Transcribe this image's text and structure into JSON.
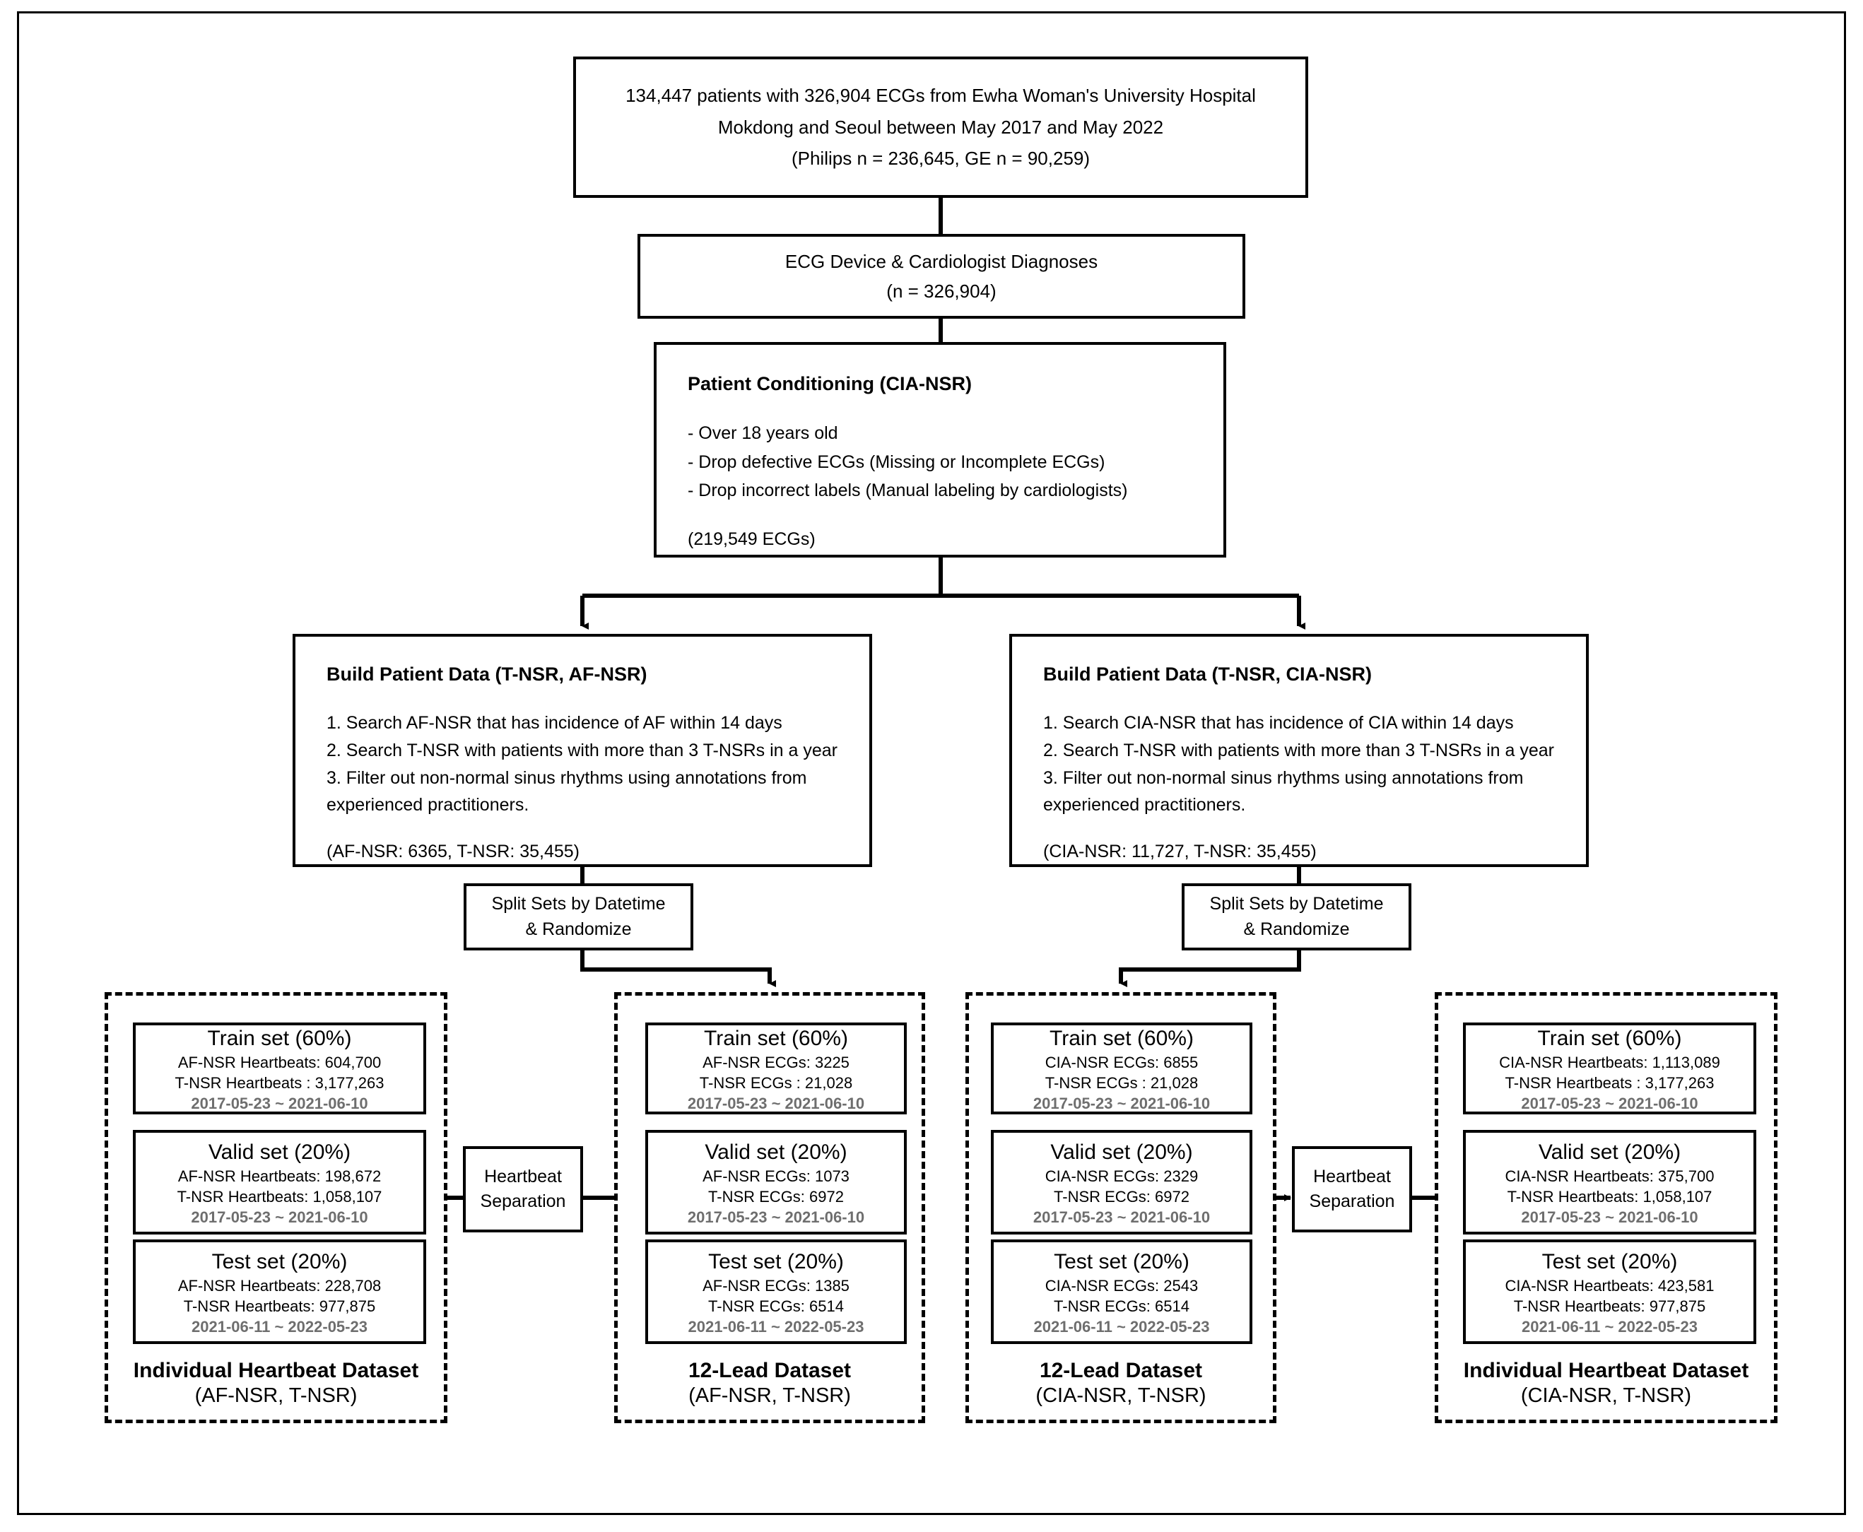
{
  "flow": {
    "cohort": {
      "line1": "134,447 patients with 326,904 ECGs from Ewha Woman's University Hospital",
      "line2": "Mokdong and Seoul between May 2017 and May 2022",
      "line3": "(Philips n = 236,645, GE n = 90,259)"
    },
    "diagnoses": {
      "line1": "ECG Device & Cardiologist Diagnoses",
      "line2": "(n = 326,904)"
    },
    "conditioning": {
      "title": "Patient Conditioning (CIA-NSR)",
      "bullet1": "- Over 18 years old",
      "bullet2": "- Drop defective ECGs (Missing or Incomplete ECGs)",
      "bullet3": "- Drop incorrect labels (Manual labeling by cardiologists)",
      "total": "(219,549 ECGs)"
    },
    "build_af": {
      "title": "Build Patient Data (T-NSR, AF-NSR)",
      "step1": "1. Search AF-NSR that has incidence of AF within 14 days",
      "step2": "2. Search T-NSR with patients with more than 3 T-NSRs in a year",
      "step3": "3. Filter out non-normal sinus rhythms using annotations from",
      "step3b": "experienced practitioners.",
      "total": "(AF-NSR: 6365, T-NSR: 35,455)"
    },
    "build_cia": {
      "title": "Build Patient Data (T-NSR, CIA-NSR)",
      "step1": "1. Search CIA-NSR that has incidence of CIA within 14 days",
      "step2": "2. Search T-NSR with patients with more than 3 T-NSRs in a year",
      "step3": "3. Filter out non-normal sinus rhythms using annotations from",
      "step3b": "experienced practitioners.",
      "total": "(CIA-NSR: 11,727, T-NSR: 35,455)"
    },
    "split_left": {
      "line1": "Split Sets by Datetime",
      "line2": "& Randomize"
    },
    "split_right": {
      "line1": "Split Sets by Datetime",
      "line2": "& Randomize"
    },
    "heartbeat_separation_left": {
      "line1": "Heartbeat",
      "line2": "Separation"
    },
    "heartbeat_separation_right": {
      "line1": "Heartbeat",
      "line2": "Separation"
    }
  },
  "datasets": [
    {
      "id": "hb-af",
      "label_main": "Individual Heartbeat Dataset",
      "label_sub": "(AF-NSR, T-NSR)",
      "sets": [
        {
          "title": "Train set (60%)",
          "line1": "AF-NSR Heartbeats: 604,700",
          "line2": "T-NSR Heartbeats : 3,177,263",
          "date": "2017-05-23 ~ 2021-06-10"
        },
        {
          "title": "Valid set (20%)",
          "line1": "AF-NSR Heartbeats: 198,672",
          "line2": "T-NSR Heartbeats: 1,058,107",
          "date": "2017-05-23 ~ 2021-06-10"
        },
        {
          "title": "Test set (20%)",
          "line1": "AF-NSR Heartbeats: 228,708",
          "line2": "T-NSR Heartbeats: 977,875",
          "date": "2021-06-11 ~ 2022-05-23"
        }
      ]
    },
    {
      "id": "12l-af",
      "label_main": "12-Lead Dataset",
      "label_sub": "(AF-NSR, T-NSR)",
      "sets": [
        {
          "title": "Train set (60%)",
          "line1": "AF-NSR ECGs: 3225",
          "line2": "T-NSR ECGs : 21,028",
          "date": "2017-05-23 ~ 2021-06-10"
        },
        {
          "title": "Valid set (20%)",
          "line1": "AF-NSR ECGs: 1073",
          "line2": "T-NSR ECGs: 6972",
          "date": "2017-05-23 ~ 2021-06-10"
        },
        {
          "title": "Test set (20%)",
          "line1": "AF-NSR ECGs: 1385",
          "line2": "T-NSR ECGs: 6514",
          "date": "2021-06-11 ~ 2022-05-23"
        }
      ]
    },
    {
      "id": "12l-cia",
      "label_main": "12-Lead Dataset",
      "label_sub": "(CIA-NSR, T-NSR)",
      "sets": [
        {
          "title": "Train set (60%)",
          "line1": "CIA-NSR ECGs: 6855",
          "line2": "T-NSR ECGs : 21,028",
          "date": "2017-05-23 ~ 2021-06-10"
        },
        {
          "title": "Valid set (20%)",
          "line1": "CIA-NSR ECGs: 2329",
          "line2": "T-NSR ECGs: 6972",
          "date": "2017-05-23 ~ 2021-06-10"
        },
        {
          "title": "Test set (20%)",
          "line1": "CIA-NSR ECGs: 2543",
          "line2": "T-NSR ECGs: 6514",
          "date": "2021-06-11 ~ 2022-05-23"
        }
      ]
    },
    {
      "id": "hb-cia",
      "label_main": "Individual Heartbeat Dataset",
      "label_sub": "(CIA-NSR, T-NSR)",
      "sets": [
        {
          "title": "Train set (60%)",
          "line1": "CIA-NSR Heartbeats: 1,113,089",
          "line2": "T-NSR Heartbeats : 3,177,263",
          "date": "2017-05-23 ~ 2021-06-10"
        },
        {
          "title": "Valid set (20%)",
          "line1": "CIA-NSR Heartbeats: 375,700",
          "line2": "T-NSR Heartbeats: 1,058,107",
          "date": "2017-05-23 ~ 2021-06-10"
        },
        {
          "title": "Test set (20%)",
          "line1": "CIA-NSR Heartbeats: 423,581",
          "line2": "T-NSR Heartbeats: 977,875",
          "date": "2021-06-11 ~ 2022-05-23"
        }
      ]
    }
  ],
  "colors": {
    "line": "#000000",
    "background": "#ffffff",
    "date_text": "#6e6e6e"
  }
}
